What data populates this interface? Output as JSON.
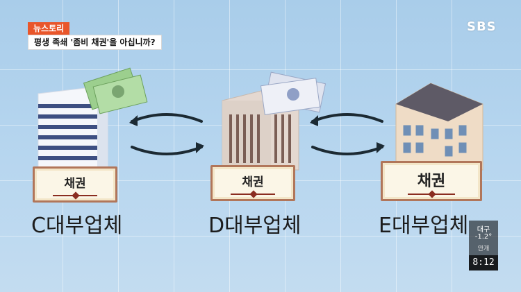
{
  "title_tag": "뉴스토리",
  "headline": "평생 족쇄 '좀비 채권'을 아십니까?",
  "logo": "SBS",
  "bond_label": "채권",
  "companies": [
    "C대부업체",
    "D대부업체",
    "E대부업체"
  ],
  "weather": {
    "city": "대구",
    "temperature": "-1.2°",
    "condition": "안개"
  },
  "clock": "8:12",
  "colors": {
    "title_bg": "#e9562a",
    "background": "#b7d6ef"
  }
}
